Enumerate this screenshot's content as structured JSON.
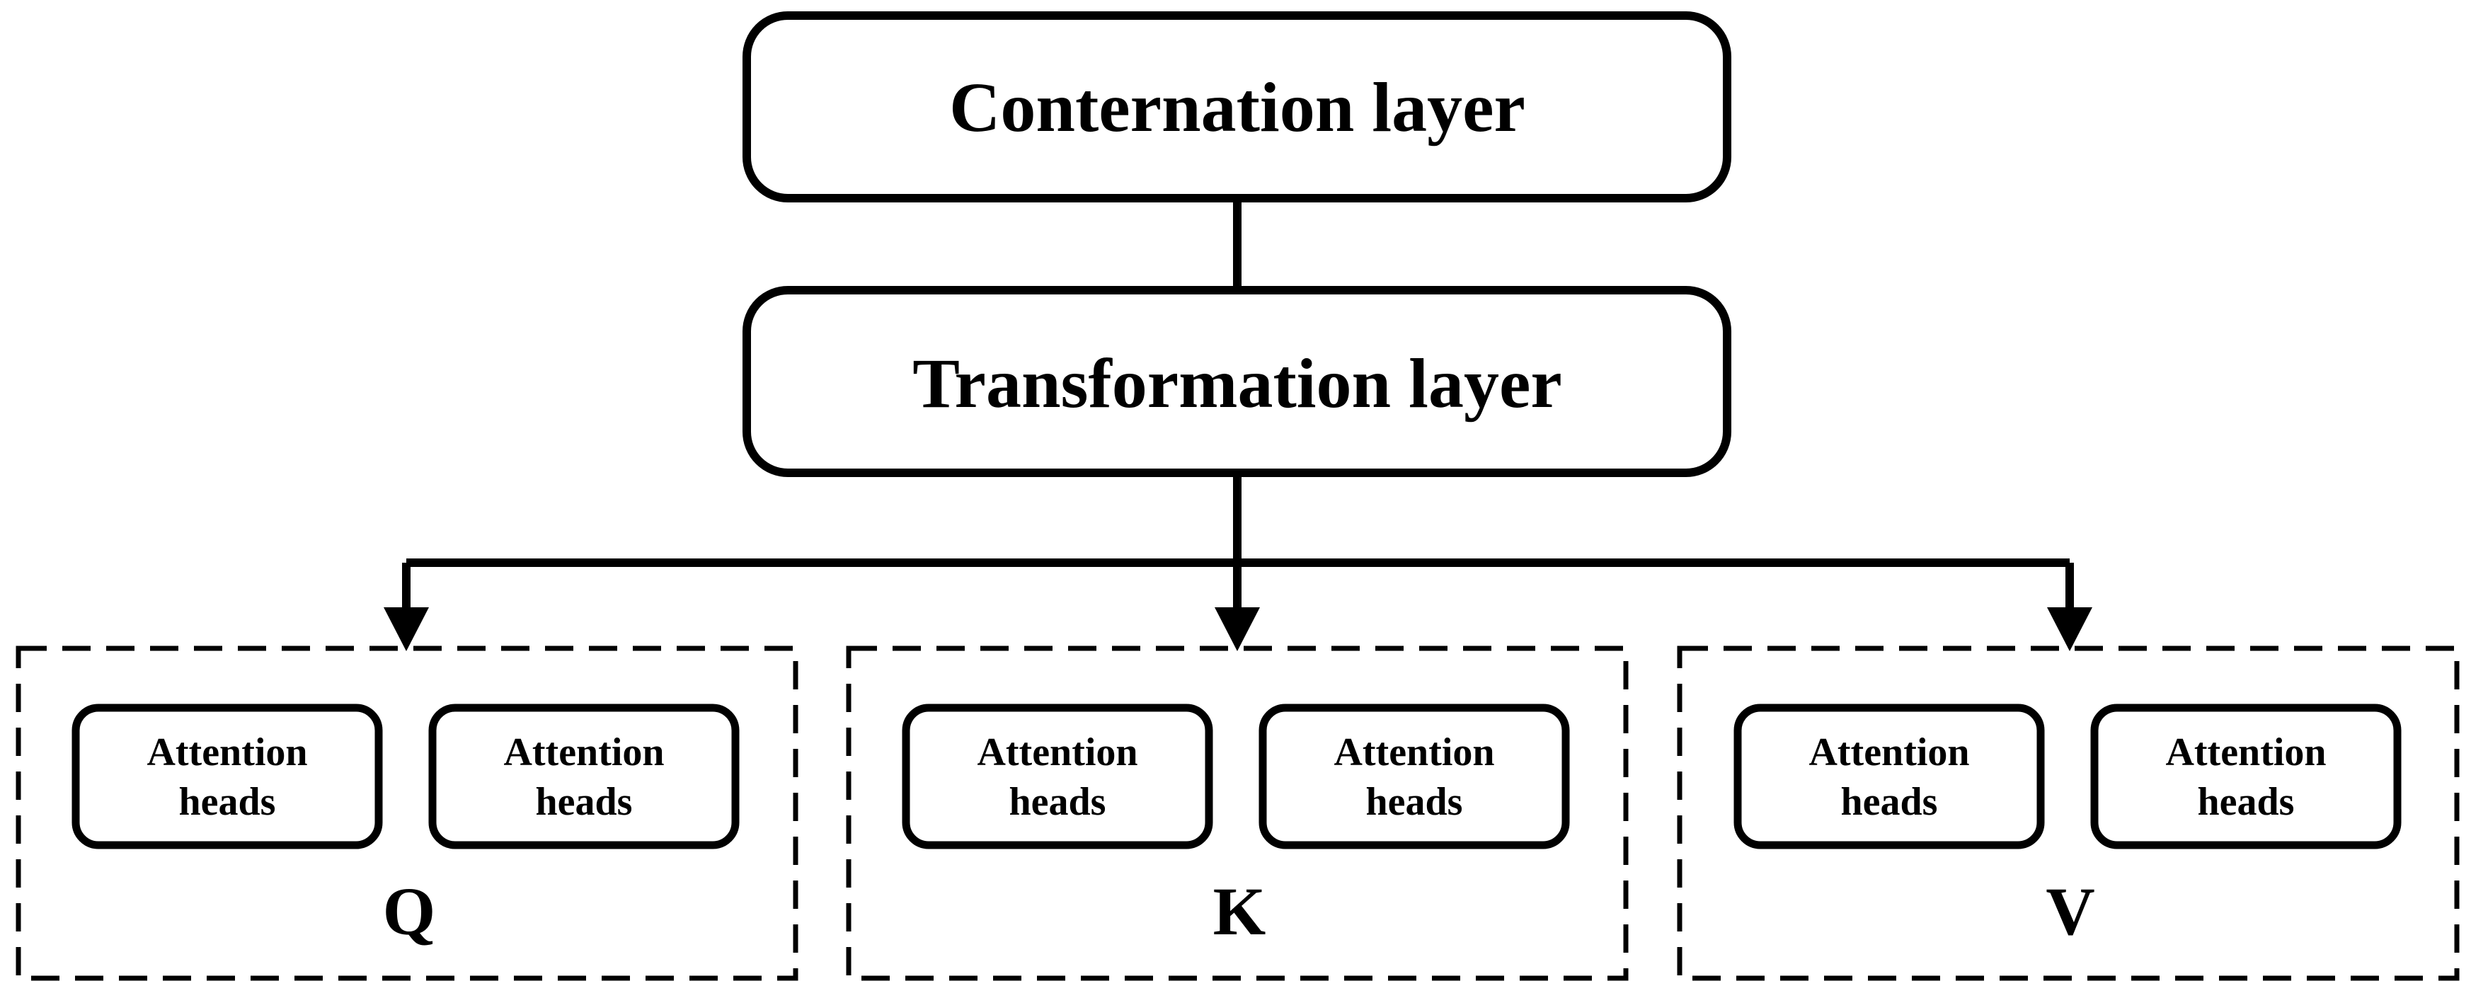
{
  "diagram": {
    "top_layer": {
      "label": "Conternation layer"
    },
    "middle_layer": {
      "label": "Transformation layer"
    },
    "groups": [
      {
        "label": "Q",
        "heads": [
          {
            "line1": "Attention",
            "line2": "heads"
          },
          {
            "line1": "Attention",
            "line2": "heads"
          }
        ]
      },
      {
        "label": "K",
        "heads": [
          {
            "line1": "Attention",
            "line2": "heads"
          },
          {
            "line1": "Attention",
            "line2": "heads"
          }
        ]
      },
      {
        "label": "V",
        "heads": [
          {
            "line1": "Attention",
            "line2": "heads"
          },
          {
            "line1": "Attention",
            "line2": "heads"
          }
        ]
      }
    ],
    "colors": {
      "stroke": "#000000",
      "background": "#ffffff"
    }
  }
}
